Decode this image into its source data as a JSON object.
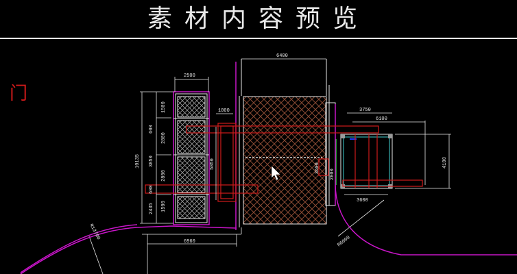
{
  "title": "素材内容预览",
  "gate_label": "门",
  "dims": {
    "d6400": "6400",
    "d2500": "2500",
    "d1000": "1000",
    "d3750": "3750",
    "d6100": "6100",
    "d10135": "10135",
    "d1500a": "1500",
    "d600a": "600",
    "d2800a": "2800",
    "d3850": "3850",
    "d2800b": "2800",
    "d600b": "600",
    "d2435": "2435",
    "d1500b": "1500",
    "d5850": "5850",
    "d3600v": "3600",
    "d2800c": "2800",
    "d4100": "4100",
    "d3600h": "3600",
    "d6960": "6960",
    "r13700": "R13700",
    "r6000": "R6000"
  },
  "colors": {
    "background": "#000000",
    "line_white": "#e9e9e9",
    "red": "#d01a1a",
    "magenta": "#c815c8",
    "hatch_brown": "#8a4a33",
    "cyan": "#3fd0d0",
    "green": "#2ecc40",
    "blue": "#1e3cff"
  },
  "icons": [
    "mouse-cursor-icon"
  ]
}
